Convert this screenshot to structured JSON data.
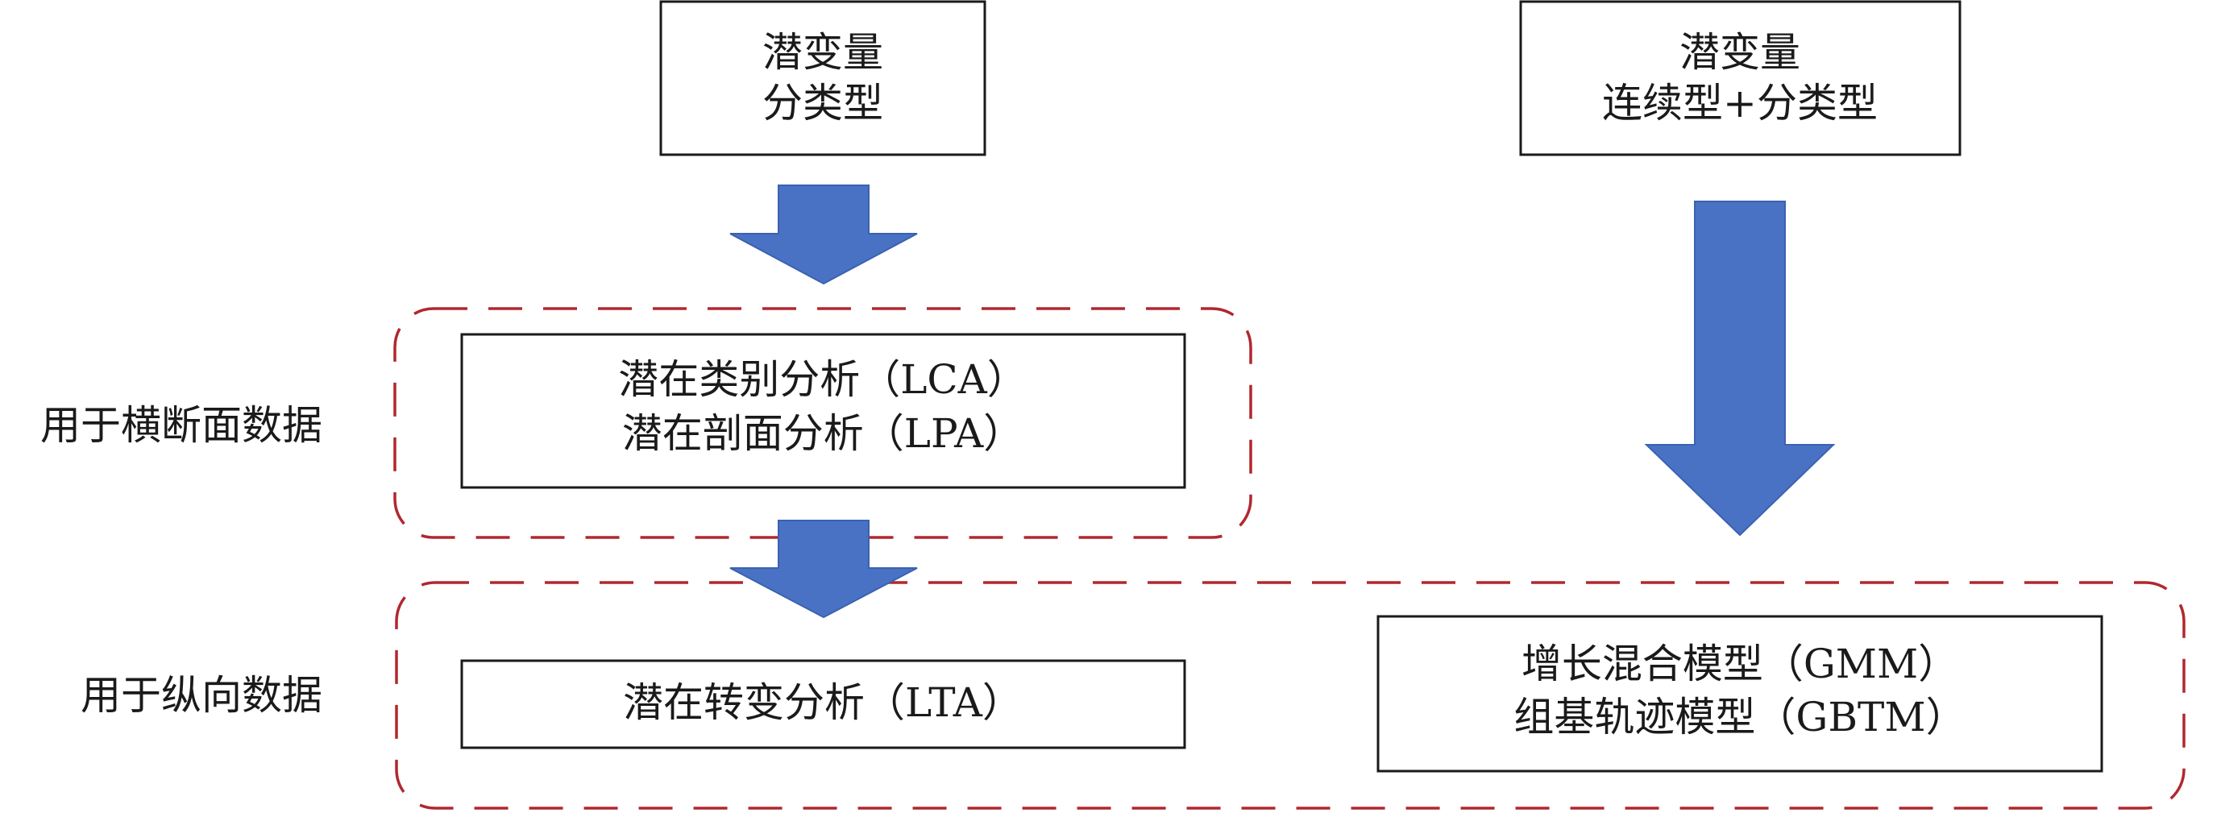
{
  "colors": {
    "arrow": "#4a72c4",
    "dashed_border": "#b0282e",
    "box_border": "#1a1a1a",
    "text": "#1a1a1a"
  },
  "nodes": {
    "latent_categorical": {
      "line1": "潜变量",
      "line2": "分类型"
    },
    "latent_continuous": {
      "line1": "潜变量",
      "line2": "连续型+分类型"
    },
    "lca_lpa": {
      "line1": "潜在类别分析（LCA）",
      "line2": "潜在剖面分析（LPA）"
    },
    "lta": {
      "line1": "潜在转变分析（LTA）"
    },
    "gmm_gbtm": {
      "line1": "增长混合模型（GMM）",
      "line2": "组基轨迹模型（GBTM）"
    }
  },
  "groups": {
    "cross_sectional": {
      "label": "用于横断面数据"
    },
    "longitudinal": {
      "label": "用于纵向数据"
    }
  }
}
